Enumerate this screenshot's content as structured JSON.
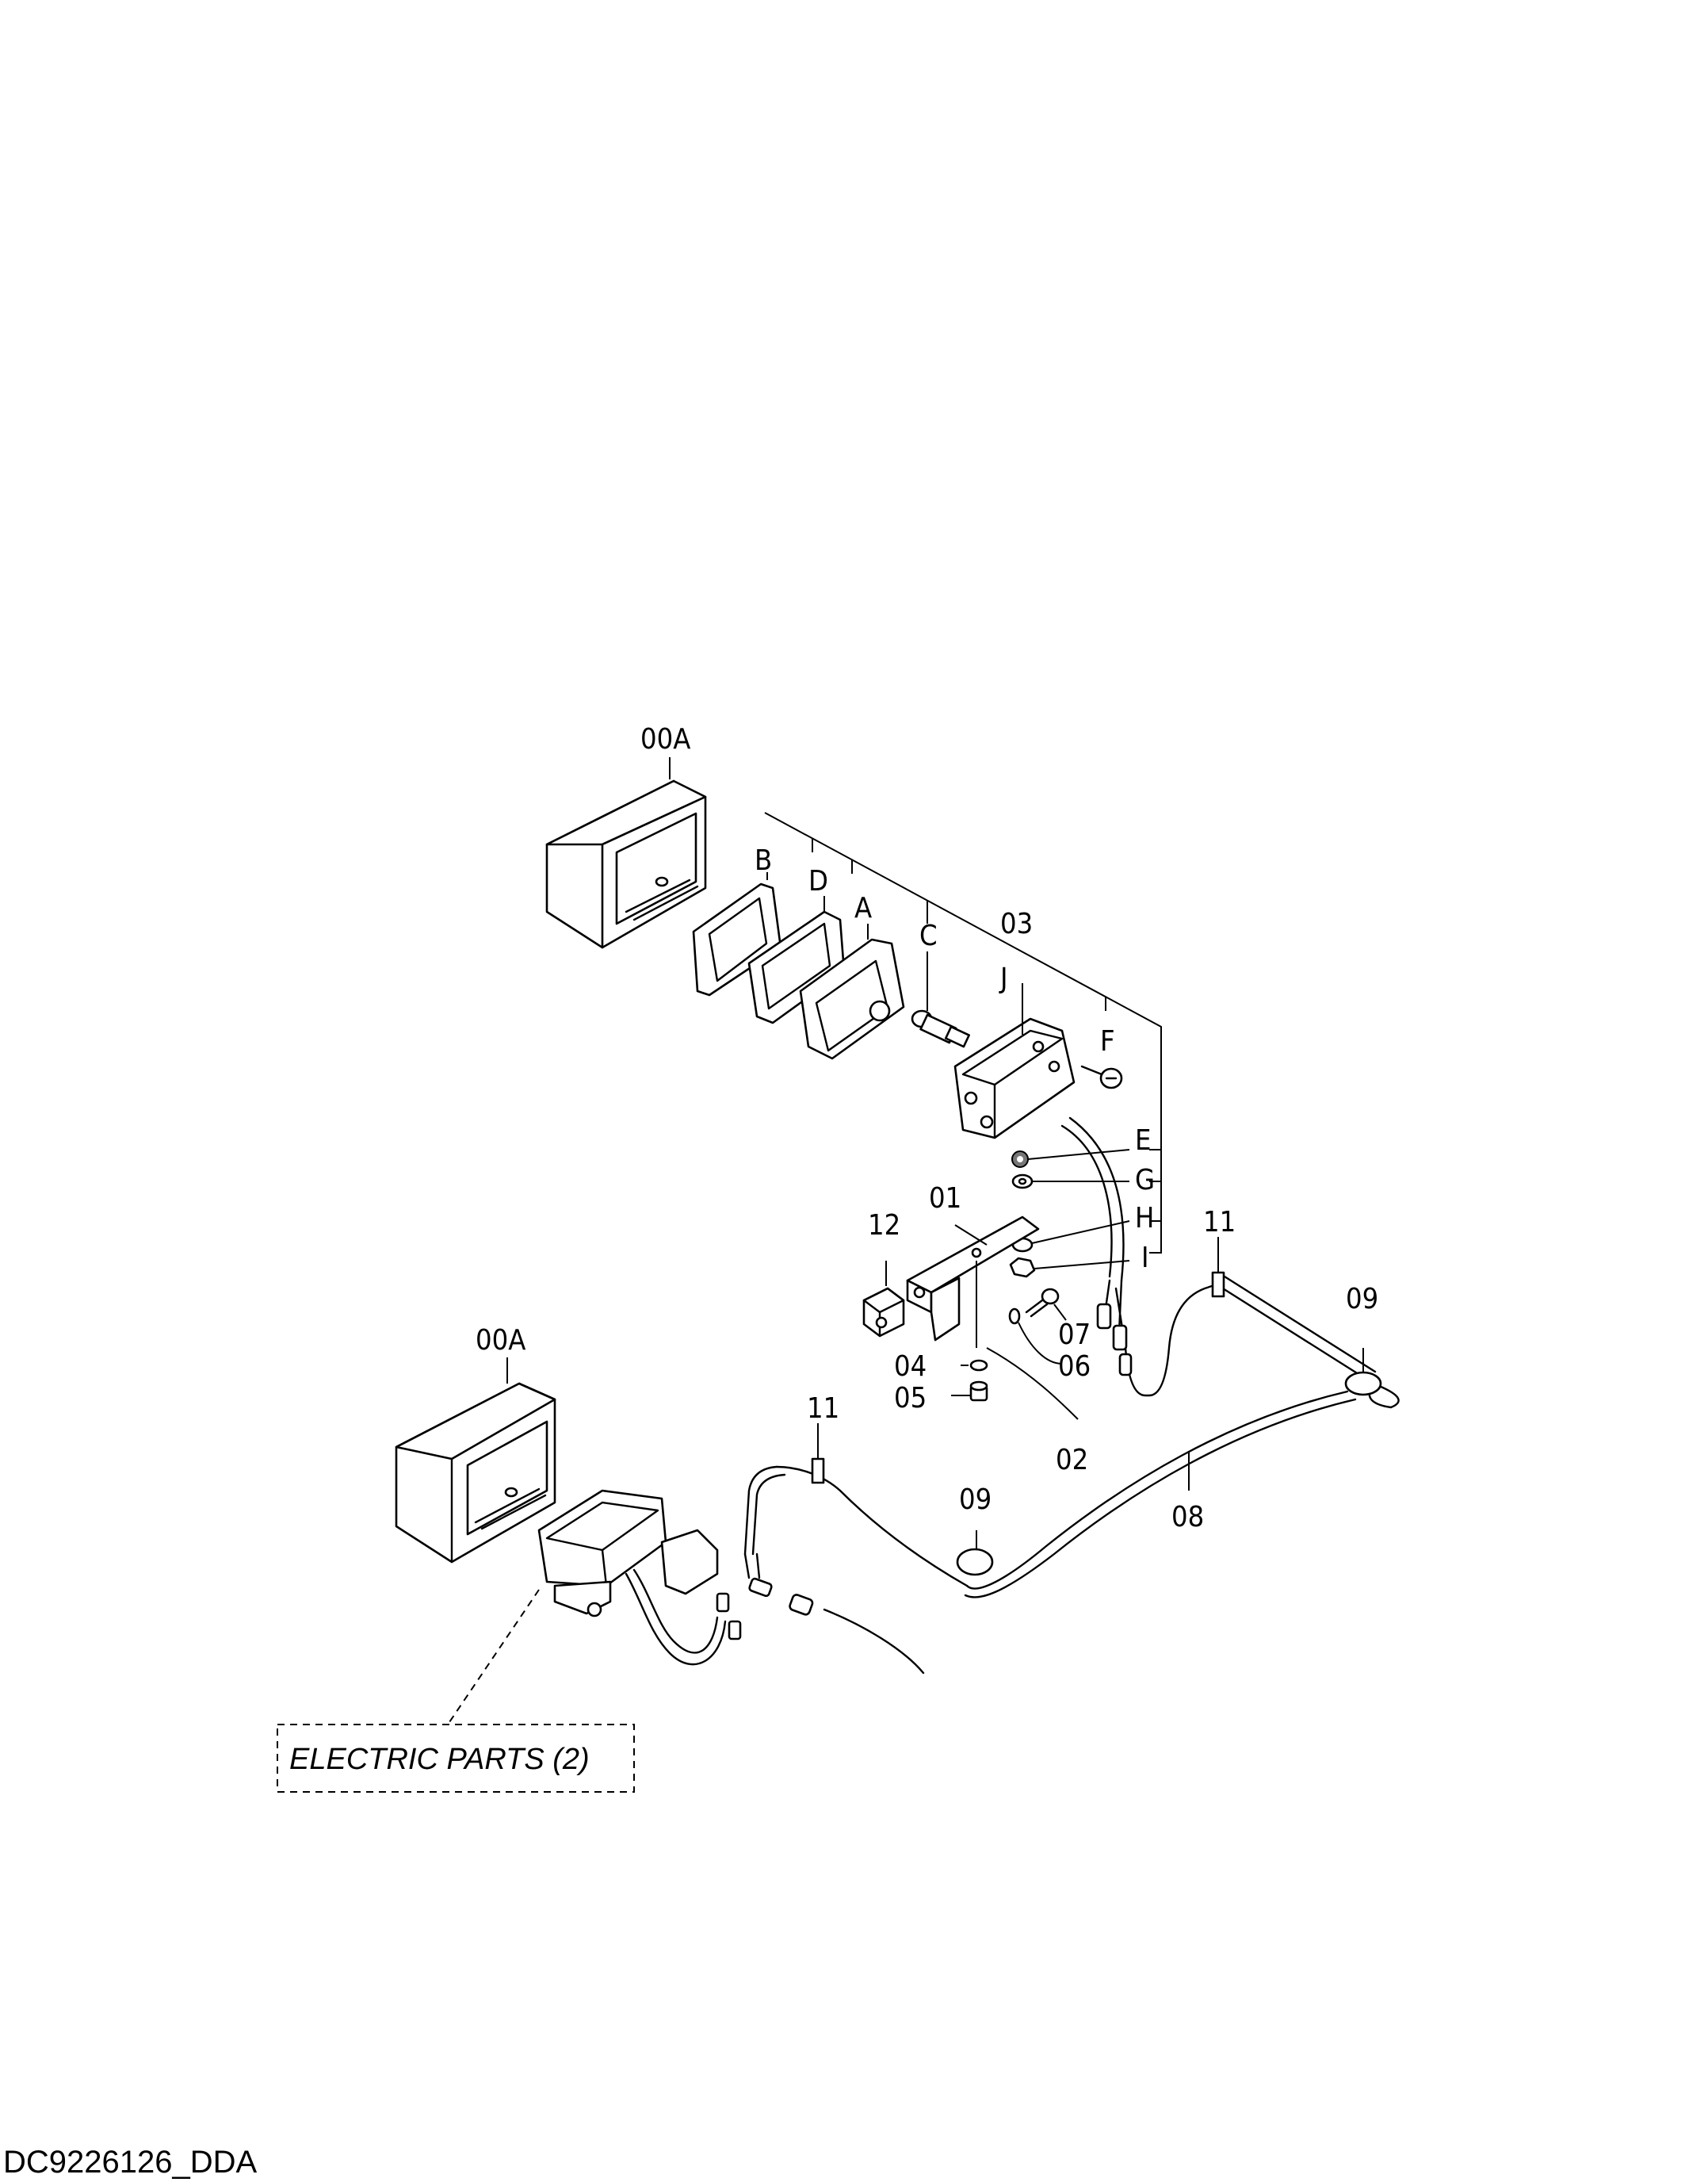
{
  "callouts": {
    "p00a_top": "00A",
    "p00a_bottom": "00A",
    "pB": "B",
    "pD": "D",
    "pA": "A",
    "pC": "C",
    "p03": "03",
    "pJ": "J",
    "pF": "F",
    "pE": "E",
    "pG": "G",
    "pH": "H",
    "pI": "I",
    "p01": "01",
    "p12": "12",
    "p07": "07",
    "p06": "06",
    "p04": "04",
    "p05": "05",
    "p02": "02",
    "p11_right": "11",
    "p11_left": "11",
    "p09_right": "09",
    "p09_left": "09",
    "p08": "08"
  },
  "note": {
    "text": "ELECTRIC PARTS (2)"
  },
  "footer": {
    "doc_id": "DC9226126_DDA"
  }
}
